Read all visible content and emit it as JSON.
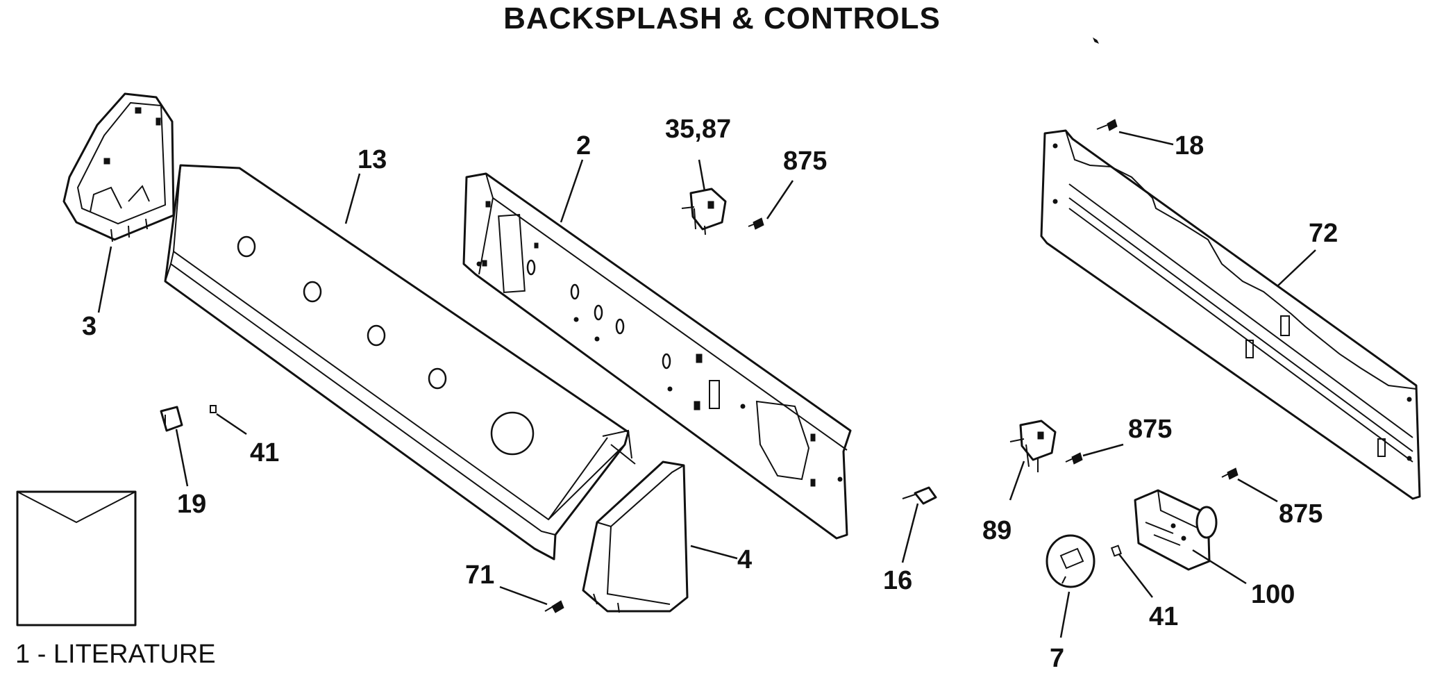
{
  "page": {
    "header_cut": "",
    "title": "BACKSPLASH & CONTROLS"
  },
  "callouts": [
    {
      "id": "label-3",
      "text": "3"
    },
    {
      "id": "label-13",
      "text": "13"
    },
    {
      "id": "label-2",
      "text": "2"
    },
    {
      "id": "label-35-87",
      "text": "35,87"
    },
    {
      "id": "label-875-a",
      "text": "875"
    },
    {
      "id": "label-18",
      "text": "18"
    },
    {
      "id": "label-72",
      "text": "72"
    },
    {
      "id": "label-41-a",
      "text": "41"
    },
    {
      "id": "label-19",
      "text": "19"
    },
    {
      "id": "label-4",
      "text": "4"
    },
    {
      "id": "label-71",
      "text": "71"
    },
    {
      "id": "label-16",
      "text": "16"
    },
    {
      "id": "label-89",
      "text": "89"
    },
    {
      "id": "label-875-b",
      "text": "875"
    },
    {
      "id": "label-875-c",
      "text": "875"
    },
    {
      "id": "label-100",
      "text": "100"
    },
    {
      "id": "label-41-b",
      "text": "41"
    },
    {
      "id": "label-7",
      "text": "7"
    }
  ],
  "literature": {
    "caption": "1 - LITERATURE"
  }
}
